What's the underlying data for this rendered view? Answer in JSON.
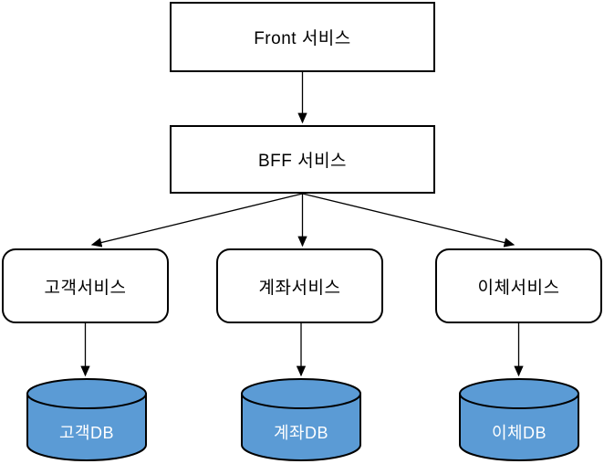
{
  "diagram": {
    "background_color": "#ffffff",
    "colors": {
      "node_border": "#000000",
      "node_fill": "#ffffff",
      "db_fill": "#5B9BD5",
      "db_label_color": "#ffffff",
      "arrow_color": "#000000"
    },
    "nodes": {
      "front": {
        "label": "Front 서비스",
        "shape": "rectangle"
      },
      "bff": {
        "label": "BFF 서비스",
        "shape": "rectangle"
      },
      "services": [
        {
          "label": "고객서비스",
          "shape": "rounded-rectangle"
        },
        {
          "label": "계좌서비스",
          "shape": "rounded-rectangle"
        },
        {
          "label": "이체서비스",
          "shape": "rounded-rectangle"
        }
      ],
      "databases": [
        {
          "label": "고객DB",
          "shape": "cylinder"
        },
        {
          "label": "계좌DB",
          "shape": "cylinder"
        },
        {
          "label": "이체DB",
          "shape": "cylinder"
        }
      ]
    },
    "edges": [
      {
        "from": "Front 서비스",
        "to": "BFF 서비스"
      },
      {
        "from": "BFF 서비스",
        "to": "고객서비스"
      },
      {
        "from": "BFF 서비스",
        "to": "계좌서비스"
      },
      {
        "from": "BFF 서비스",
        "to": "이체서비스"
      },
      {
        "from": "고객서비스",
        "to": "고객DB"
      },
      {
        "from": "계좌서비스",
        "to": "계좌DB"
      },
      {
        "from": "이체서비스",
        "to": "이체DB"
      }
    ]
  }
}
